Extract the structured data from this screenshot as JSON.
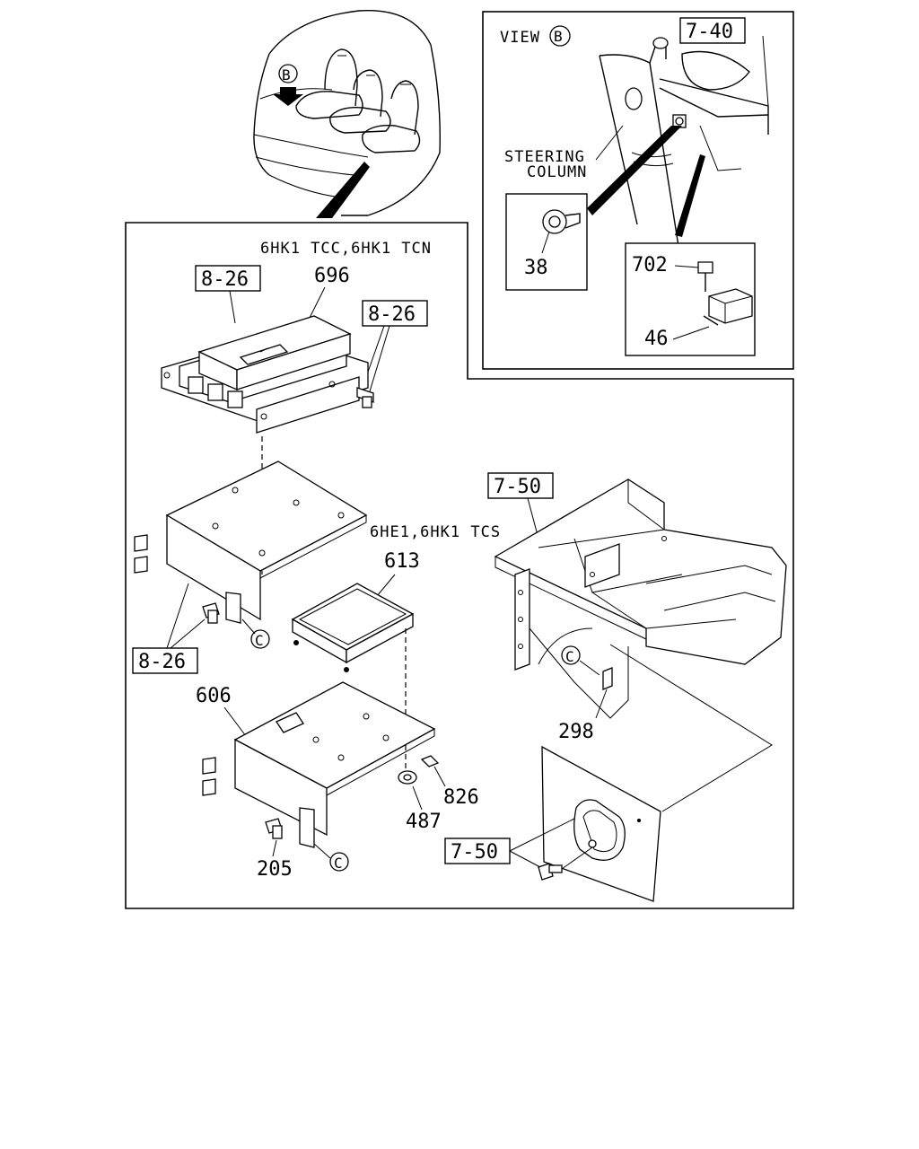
{
  "view_label": "VIEW",
  "view_letter": "B",
  "callout_letter_c": "C",
  "ref_7_40": "7-40",
  "ref_8_26": "8-26",
  "ref_7_50": "7-50",
  "steering_column": [
    "STEERING",
    "COLUMN"
  ],
  "variant_top": "6HK1 TCC,6HK1 TCN",
  "variant_bottom": "6HE1,6HK1 TCS",
  "parts": {
    "p696": "696",
    "p613": "613",
    "p606": "606",
    "p205": "205",
    "p487": "487",
    "p826": "826",
    "p298": "298",
    "p38": "38",
    "p702": "702",
    "p46": "46"
  }
}
